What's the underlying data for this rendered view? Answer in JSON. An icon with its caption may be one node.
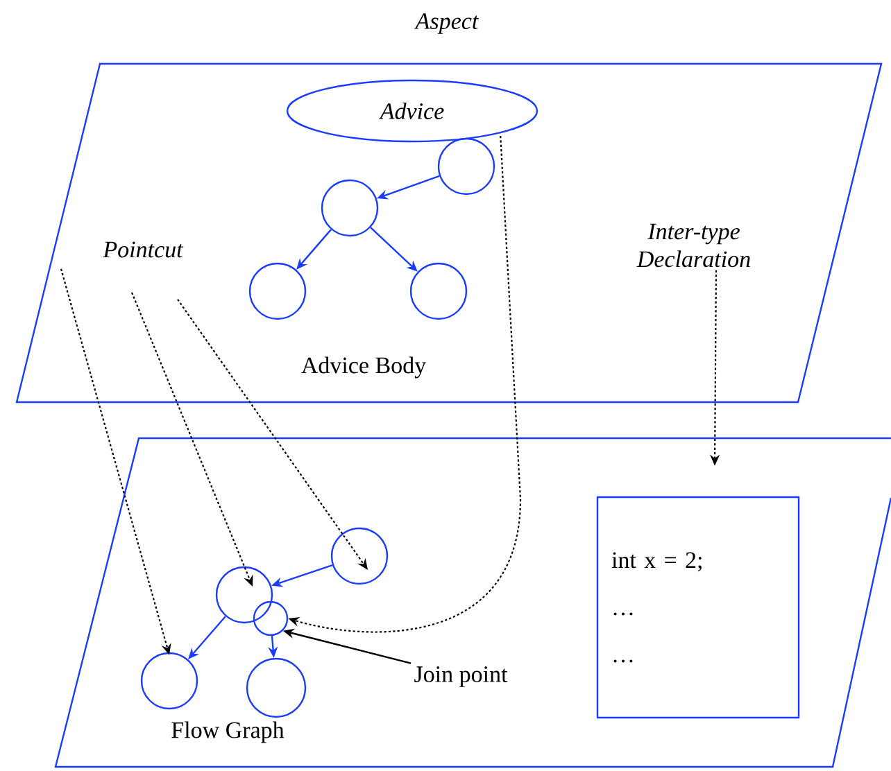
{
  "diagram": {
    "nodes": [
      {
        "text": [
          "Aspect"
        ]
      },
      {
        "text": [
          "Advice"
        ],
        "in": 0
      },
      {
        "text": [],
        "shape": "circle",
        "in": 0
      },
      {
        "text": [],
        "shape": "circle",
        "in": 0
      },
      {
        "text": [],
        "shape": "circle",
        "in": 0
      },
      {
        "text": [],
        "shape": "circle",
        "in": 0
      },
      {
        "text": [
          "Pointcut"
        ],
        "in": 0
      },
      {
        "text": [
          "Inter-type Declaration"
        ],
        "in": 0
      },
      {
        "text": [],
        "shape": "parallelogram"
      },
      {
        "text": [],
        "shape": "circle",
        "in": 8
      },
      {
        "text": [],
        "shape": "circle",
        "in": 8
      },
      {
        "text": [],
        "shape": "circle",
        "in": 8
      },
      {
        "text": [],
        "shape": "circle",
        "in": 8
      },
      {
        "text": [],
        "shape": "circle",
        "in": 8
      },
      {
        "text": [
          "int x = 2;",
          "…",
          "…"
        ],
        "in": 8
      },
      {
        "text": [
          "Join point"
        ],
        "in": 8
      }
    ],
    "edges": [
      {
        "from": 2,
        "to": 3,
        "arrow": "to"
      },
      {
        "from": 3,
        "to": 4,
        "arrow": "to"
      },
      {
        "from": 3,
        "to": 5,
        "arrow": "to"
      },
      {
        "from": 9,
        "to": 10,
        "arrow": "to"
      },
      {
        "from": 10,
        "to": 12,
        "arrow": "to"
      },
      {
        "from": 11,
        "to": 13,
        "arrow": "to"
      },
      {
        "from": 6,
        "to": 12,
        "arrow": "to",
        "style": "dashed",
        "color": "#000000"
      },
      {
        "from": 6,
        "to": 10,
        "arrow": "to",
        "style": "dashed",
        "color": "#000000"
      },
      {
        "from": 6,
        "to": 9,
        "arrow": "to",
        "style": "dashed",
        "color": "#000000"
      },
      {
        "from": 1,
        "to": 11,
        "arrow": "to",
        "style": "dashed",
        "color": "#000000"
      },
      {
        "from": 7,
        "to": 14,
        "arrow": "to",
        "style": "dashed",
        "color": "#000000"
      },
      {
        "from": 15,
        "to": 11,
        "arrow": "to",
        "color": "#000000"
      }
    ],
    "labels": [
      "Advice Body",
      "Flow Graph"
    ]
  }
}
